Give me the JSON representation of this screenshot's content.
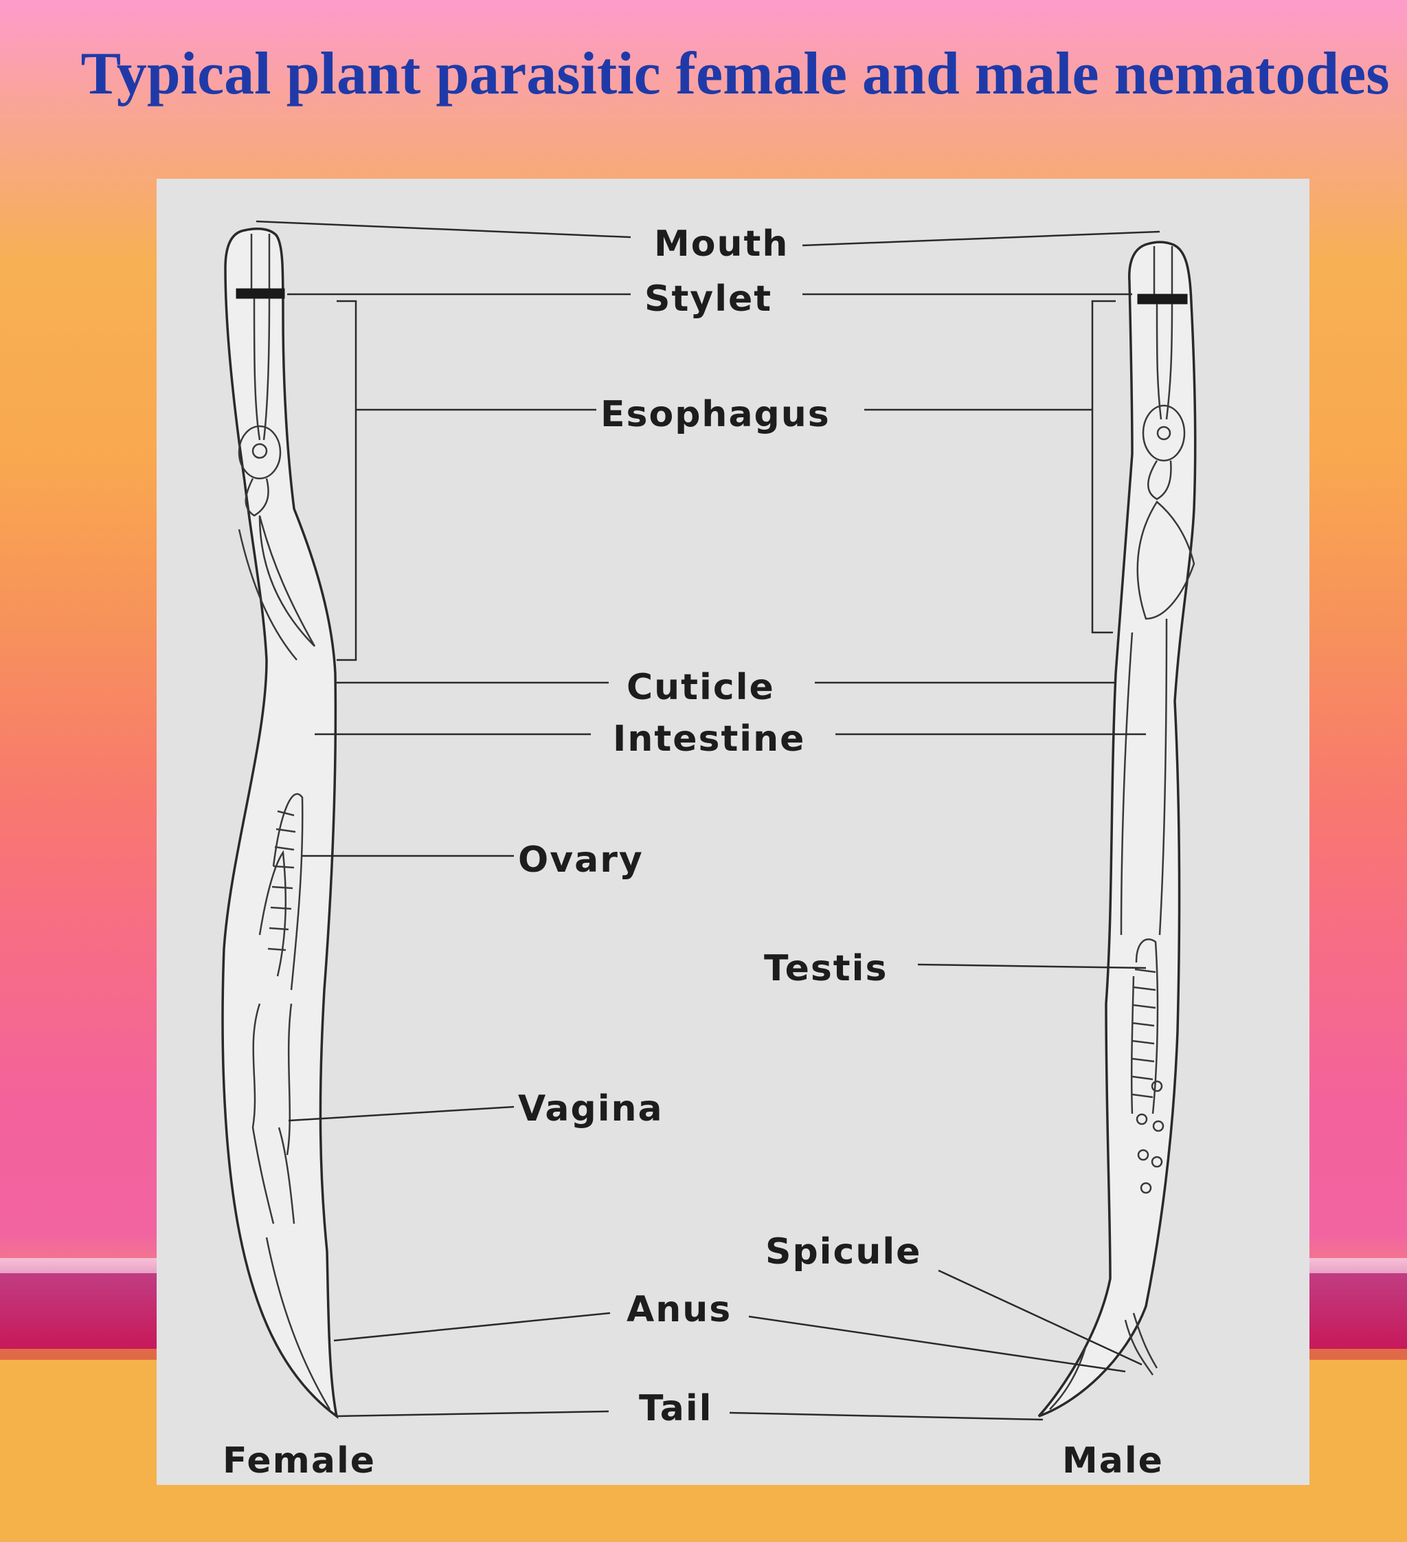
{
  "title": "Typical plant parasitic female and male nematodes",
  "labels": {
    "mouth": "Mouth",
    "stylet": "Stylet",
    "esophagus": "Esophagus",
    "cuticle": "Cuticle",
    "intestine": "Intestine",
    "ovary": "Ovary",
    "testis": "Testis",
    "vagina": "Vagina",
    "spicule": "Spicule",
    "anus": "Anus",
    "tail": "Tail",
    "female": "Female",
    "male": "Male"
  }
}
